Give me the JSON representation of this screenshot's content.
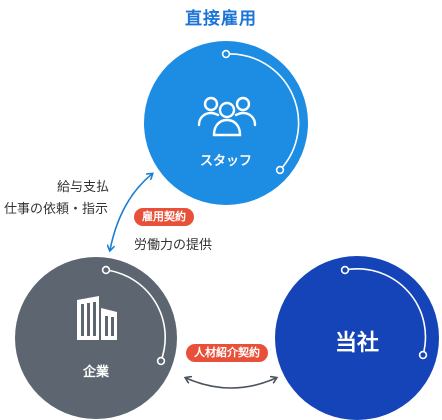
{
  "title": "直接雇用",
  "colors": {
    "staff": "#1d8ce3",
    "company": "#5d6670",
    "agency": "#1544b8",
    "arrow": "#1a7fd4",
    "arrow_bottom": "#4a525c",
    "pill": "#e8503a",
    "title": "#1c74d9"
  },
  "nodes": {
    "staff": {
      "label": "スタッフ",
      "icon": "people-group-icon"
    },
    "company": {
      "label": "企業",
      "icon": "office-building-icon"
    },
    "agency": {
      "label": "当社"
    }
  },
  "edges": {
    "company_staff": {
      "left_line1": "給与支払",
      "left_line2": "仕事の依頼・指示",
      "pill": "雇用契約",
      "right": "労働力の提供"
    },
    "company_agency": {
      "pill": "人材紹介契約"
    }
  }
}
